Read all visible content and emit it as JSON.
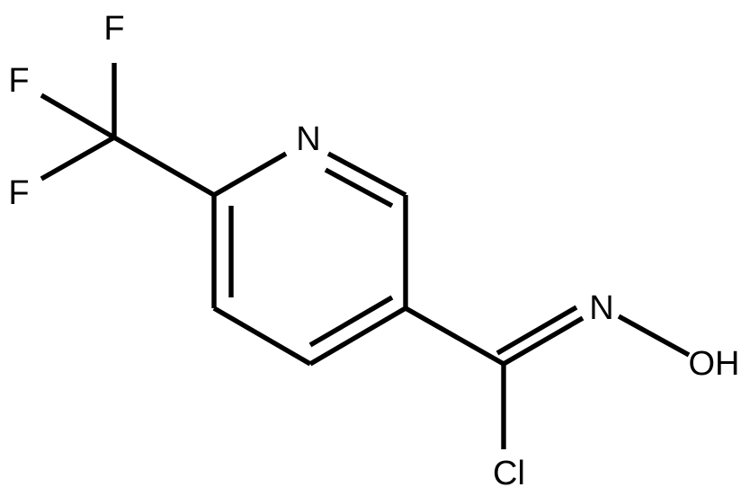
{
  "diagram": {
    "type": "chemical-structure",
    "atoms": {
      "f1": "F",
      "f2": "F",
      "f3": "F",
      "n_ring": "N",
      "n_oxime": "N",
      "oh": "OH",
      "cl": "Cl"
    },
    "colors": {
      "bond": "#000000",
      "label": "#000000",
      "background": "#ffffff"
    }
  }
}
